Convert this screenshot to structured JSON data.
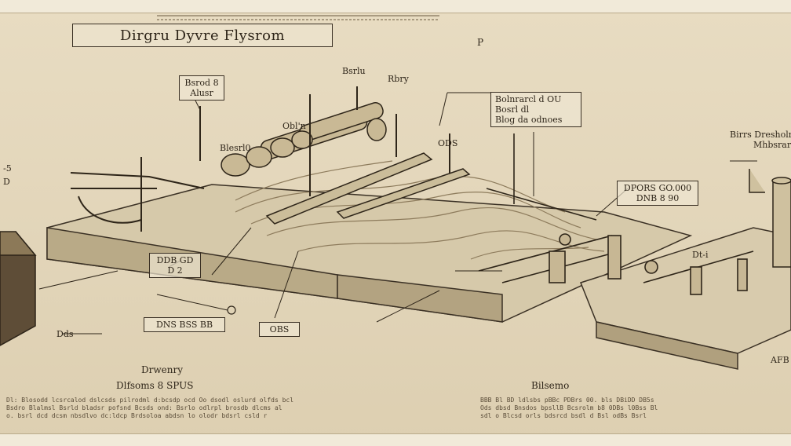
{
  "title": "Dirgru Dyvre Flysrom",
  "corner_mark": "P",
  "labels": {
    "top_left_box": [
      "Bsrod 8",
      "Alusr"
    ],
    "heading_a": "Bsrlu",
    "heading_b": "Rbry",
    "center_box": [
      "Bolnrarcl d OU",
      "Bosrl dl",
      "Blog da odnoes"
    ],
    "left_block": [
      "-5",
      "D"
    ],
    "mid_left_a": "Obl'n",
    "mid_left_b": "Blesrl0",
    "mid_tag": "ODS",
    "right_box": [
      "DPORS GO.000",
      "DNB 8 90"
    ],
    "right_heading": [
      "Birrs Dresholm",
      "Mhbsrarp"
    ],
    "lower_box_a": [
      "DDB GD",
      "D 2"
    ],
    "lower_box_b": "DNS BSS BB",
    "lower_box_c": "OBS",
    "left_small": "Dds",
    "right_small": "Dt-i",
    "bottom_left_title": "Drwenry",
    "bottom_left_sub": "Dlfsoms 8 SPUS",
    "bottom_center": "Bilsemo",
    "bottom_right_edge": "AFB"
  },
  "fineprint": [
    "Dl: Blosodd  lcsrcalod  dslcsds  pilrodml  d:bcsdp  ocd Oo  dsodl  oslurd  olfds  bcl",
    "Bsdro Blalmsl Bsrld bladsr  pofsnd Bcsds  ond: Bsrlo  odlrpl  brosdb  dlcms  al",
    "o. bsrl  dcd  dcsm  nbsdlvo  dc:ldcp  Brdsoloa  abdsn  lo  olodr  bdsrl  csld  r"
  ],
  "fineprint_right": [
    "BBB  Bl  BD  ldlsbs  pBBc  PDBrs  00.  bls  DBiDD  DB5s",
    "Ods  dbsd  Bnsdos  bpsllB  Bcsrolm  b8  0DBs  l0Bss  Bl",
    "sdl  o  Blcsd  orls  bdsrcd  bsdl  d  Bsl  odBs  Bsrl"
  ]
}
